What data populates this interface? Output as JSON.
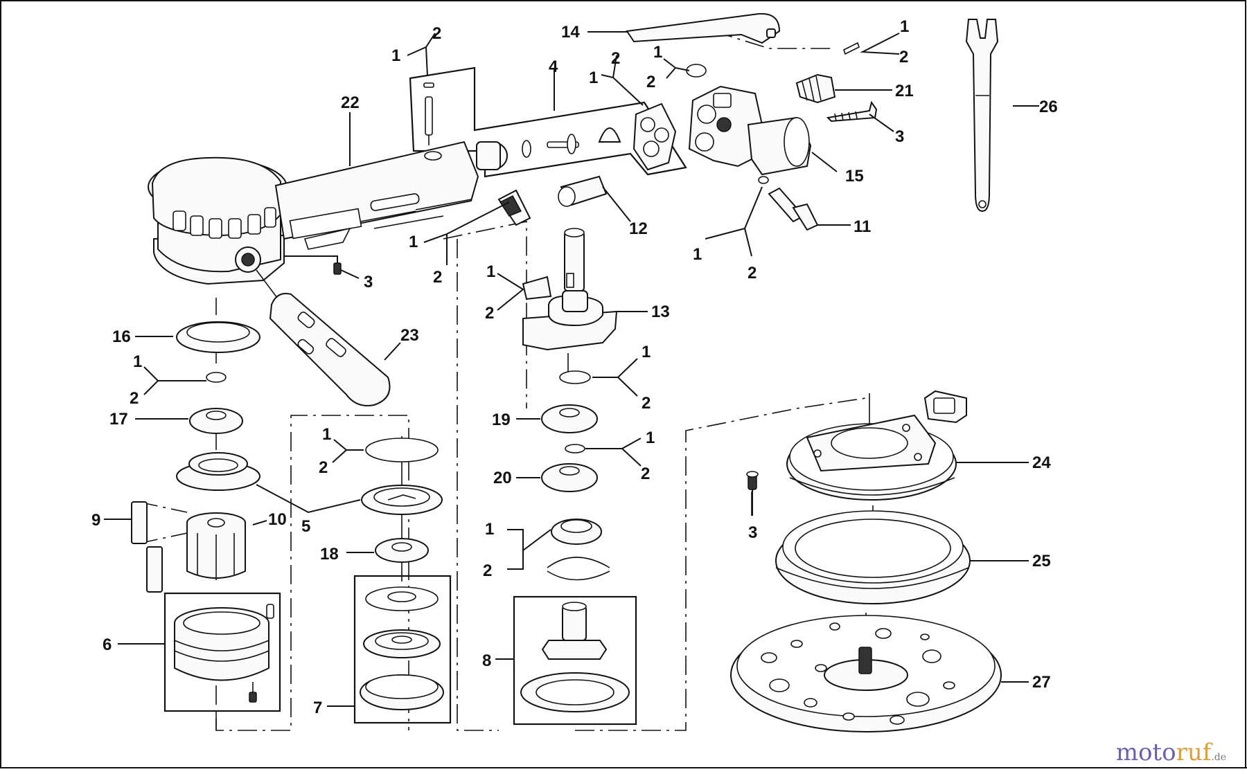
{
  "diagram": {
    "type": "exploded parts diagram",
    "callouts": {
      "c1": "1",
      "c2": "2",
      "c3": "3",
      "c4": "4",
      "c5": "5",
      "c6": "6",
      "c7": "7",
      "c8": "8",
      "c9": "9",
      "c10": "10",
      "c11": "11",
      "c12": "12",
      "c13": "13",
      "c14": "14",
      "c15": "15",
      "c16": "16",
      "c17": "17",
      "c18": "18",
      "c19": "19",
      "c20": "20",
      "c21": "21",
      "c22": "22",
      "c23": "23",
      "c24": "24",
      "c25": "25",
      "c26": "26",
      "c27": "27"
    }
  },
  "watermark": {
    "part1": "moto",
    "part2": "ruf",
    "part3": ".de"
  }
}
